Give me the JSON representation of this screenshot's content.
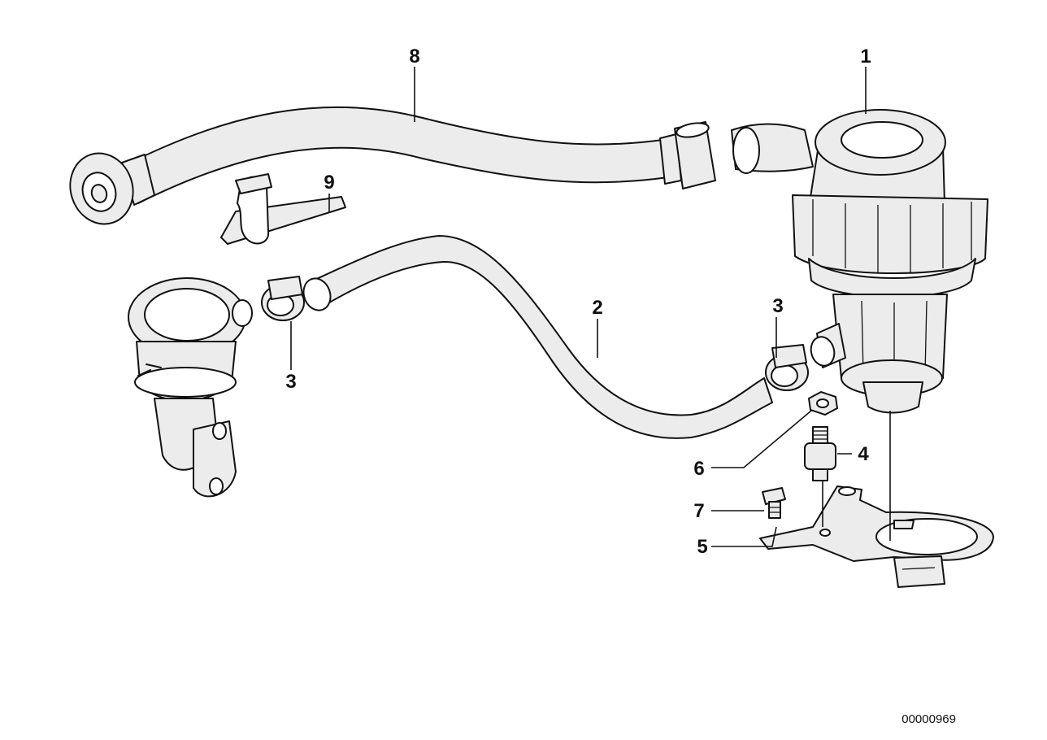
{
  "callouts": {
    "c1": "1",
    "c2": "2",
    "c3a": "3",
    "c3b": "3",
    "c4": "4",
    "c5": "5",
    "c6": "6",
    "c7": "7",
    "c8": "8",
    "c9": "9"
  },
  "diagram_id": "00000969"
}
